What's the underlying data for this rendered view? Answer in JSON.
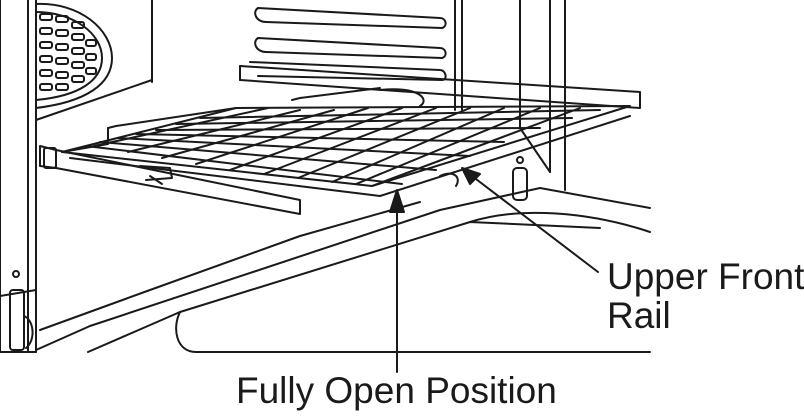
{
  "labels": {
    "upper_front_rail_line1": "Upper Front",
    "upper_front_rail_line2": "Rail",
    "fully_open_position": "Fully Open Position"
  },
  "colors": {
    "line": "#1a1a1a",
    "background": "#ffffff"
  }
}
